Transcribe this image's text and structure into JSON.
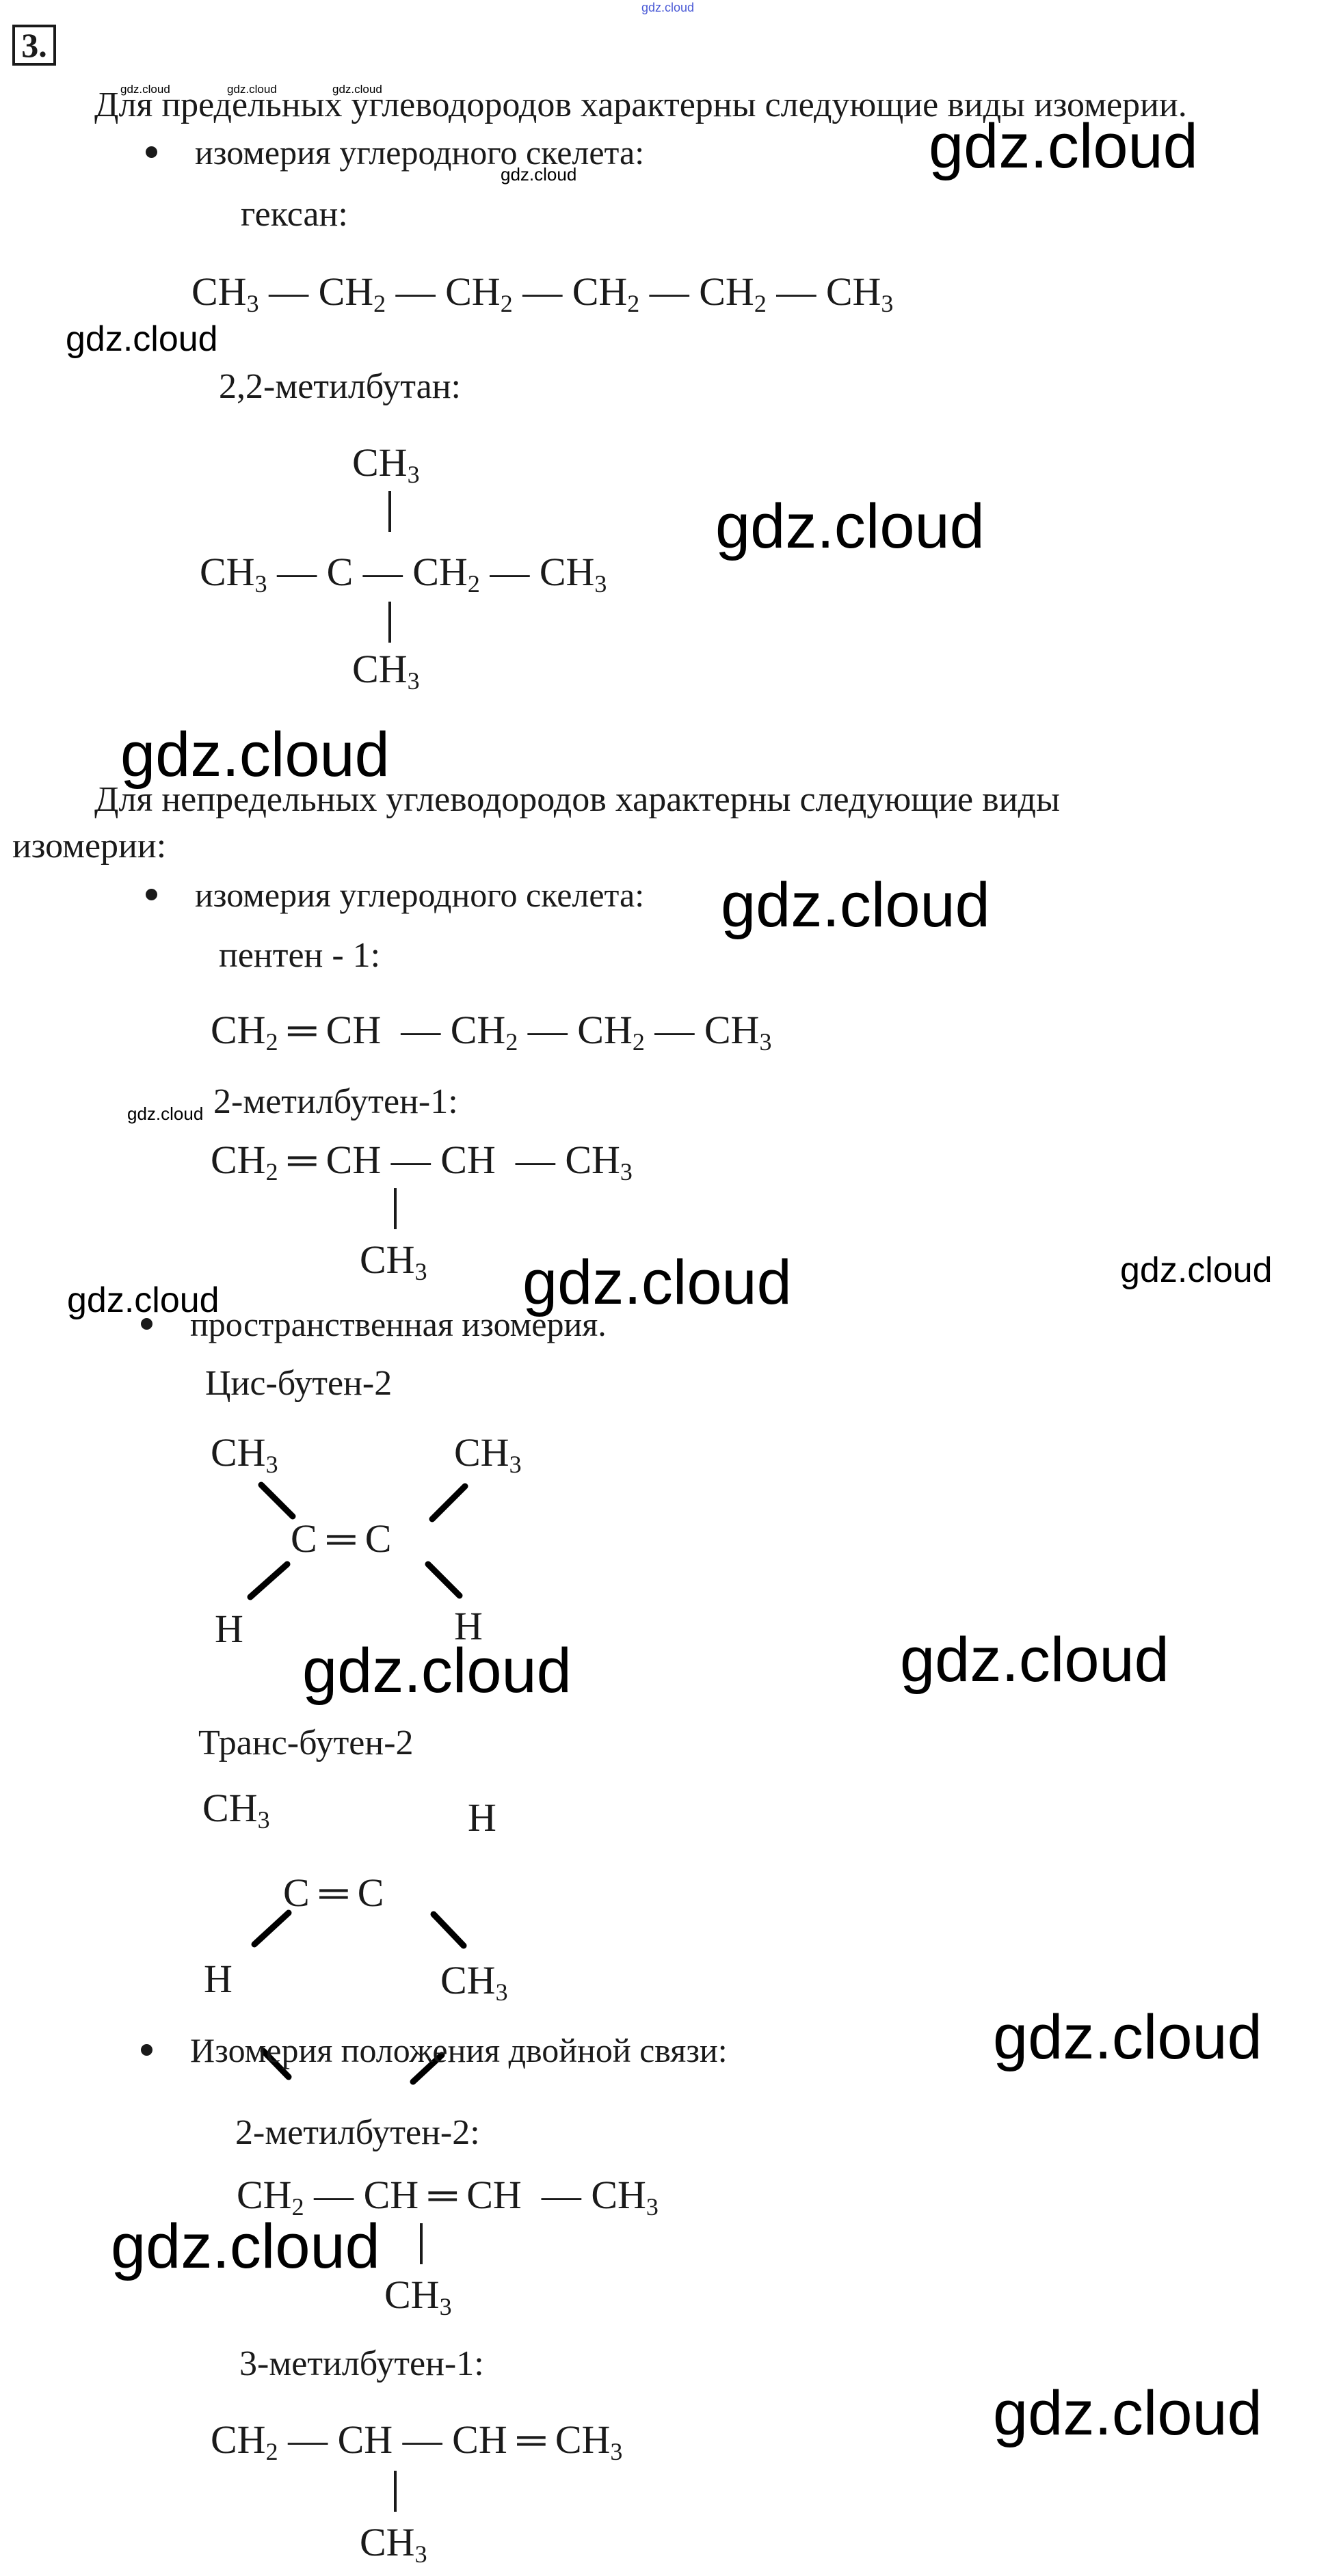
{
  "header": {
    "top_watermark": "gdz.cloud",
    "task_number": "3."
  },
  "watermark_text": "gdz.cloud",
  "saturated": {
    "intro": "Для предельных углеводородов характерны следующие виды изомерии.",
    "bullet": "изомерия углеродного скелета:",
    "hexane": {
      "name": "гексан:",
      "formula": [
        "CH3",
        "CH2",
        "CH2",
        "CH2",
        "CH2",
        "CH3"
      ]
    },
    "dimethylbutane": {
      "name": "2,2-метилбутан:",
      "top": "CH3",
      "left": "CH3",
      "center": "C",
      "right1": "CH2",
      "right2": "CH3",
      "bottom": "CH3"
    }
  },
  "unsaturated": {
    "intro_line1": "Для непредельных углеводородов характерны следующие виды",
    "intro_line2": "изомерии:",
    "bullet_skeleton": "изомерия углеродного скелета:",
    "pentene": {
      "name": "пентен - 1:",
      "formula": [
        "CH2",
        "CH",
        "CH2",
        "CH2",
        "CH3"
      ]
    },
    "methylbutene1": {
      "name": "2-метилбутен-1:",
      "formula": [
        "CH2",
        "CH",
        "CH",
        "CH3"
      ],
      "branch": "CH3"
    },
    "bullet_spatial": "пространственная изомерия.",
    "cis": {
      "name": "Цис-бутен-2",
      "top_left": "CH3",
      "top_right": "CH3",
      "c1": "C",
      "c2": "C",
      "bottom_left": "H",
      "bottom_right": "H"
    },
    "trans": {
      "name": "Транс-бутен-2",
      "top_left": "CH3",
      "top_right": "H",
      "c1": "C",
      "c2": "C",
      "bottom_left": "H",
      "bottom_right": "CH3"
    },
    "bullet_double_bond": "Изомерия положения двойной связи:",
    "methylbutene2": {
      "name": "2-метилбутен-2:",
      "formula": [
        "CH2",
        "CH",
        "CH",
        "CH3"
      ],
      "branch": "CH3"
    },
    "methylbutene_3_1": {
      "name": "3-метилбутен-1:",
      "formula": [
        "CH2",
        "CH",
        "CH",
        "CH3"
      ],
      "branch": "CH3"
    }
  }
}
